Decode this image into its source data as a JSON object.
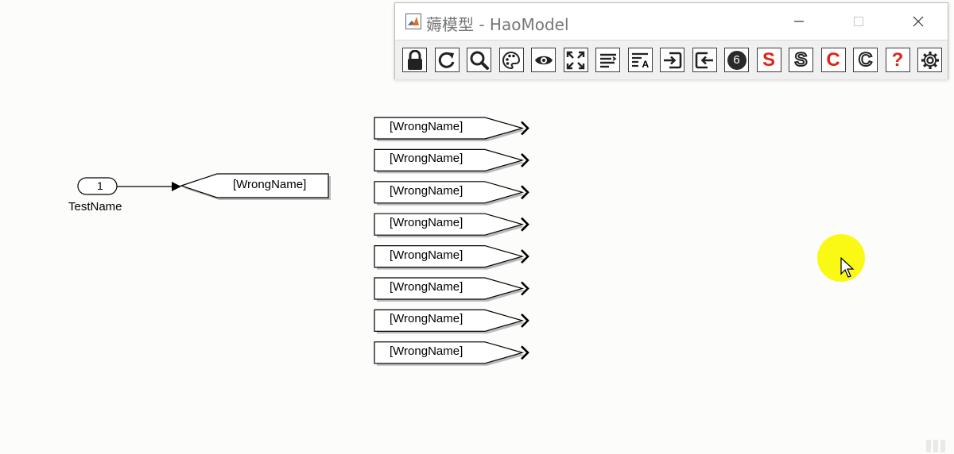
{
  "window": {
    "title": "薅模型 - HaoModel",
    "controls": [
      "minimize",
      "maximize",
      "close"
    ]
  },
  "toolbar": {
    "buttons": [
      {
        "icon": "lock-icon",
        "glyph": ""
      },
      {
        "icon": "refresh-icon",
        "glyph": "C"
      },
      {
        "icon": "search-icon",
        "glyph": ""
      },
      {
        "icon": "palette-icon",
        "glyph": ""
      },
      {
        "icon": "eye-icon",
        "glyph": ""
      },
      {
        "icon": "expand-icon",
        "glyph": ""
      },
      {
        "icon": "align-icon",
        "glyph": ""
      },
      {
        "icon": "text-format-icon",
        "glyph": "A"
      },
      {
        "icon": "import-icon",
        "glyph": ""
      },
      {
        "icon": "export-icon",
        "glyph": ""
      },
      {
        "icon": "number-six-icon",
        "glyph": "6"
      },
      {
        "icon": "red-s-icon",
        "glyph": "S",
        "color": "#e02416"
      },
      {
        "icon": "black-s-icon",
        "glyph": "S",
        "color": "#222222"
      },
      {
        "icon": "red-c-icon",
        "glyph": "C",
        "color": "#e02416"
      },
      {
        "icon": "black-c-icon",
        "glyph": "C",
        "color": "#222222"
      },
      {
        "icon": "help-icon",
        "glyph": "?",
        "color": "#e02416"
      },
      {
        "icon": "settings-gear-icon",
        "glyph": ""
      }
    ]
  },
  "diagram": {
    "inport": {
      "number": "1",
      "name": "TestName"
    },
    "goto": {
      "label": "[WrongName]"
    },
    "from_blocks": [
      "[WrongName]",
      "[WrongName]",
      "[WrongName]",
      "[WrongName]",
      "[WrongName]",
      "[WrongName]",
      "[WrongName]",
      "[WrongName]"
    ]
  },
  "colors": {
    "red_accent": "#e02416",
    "cursor_highlight": "#f8f800"
  }
}
